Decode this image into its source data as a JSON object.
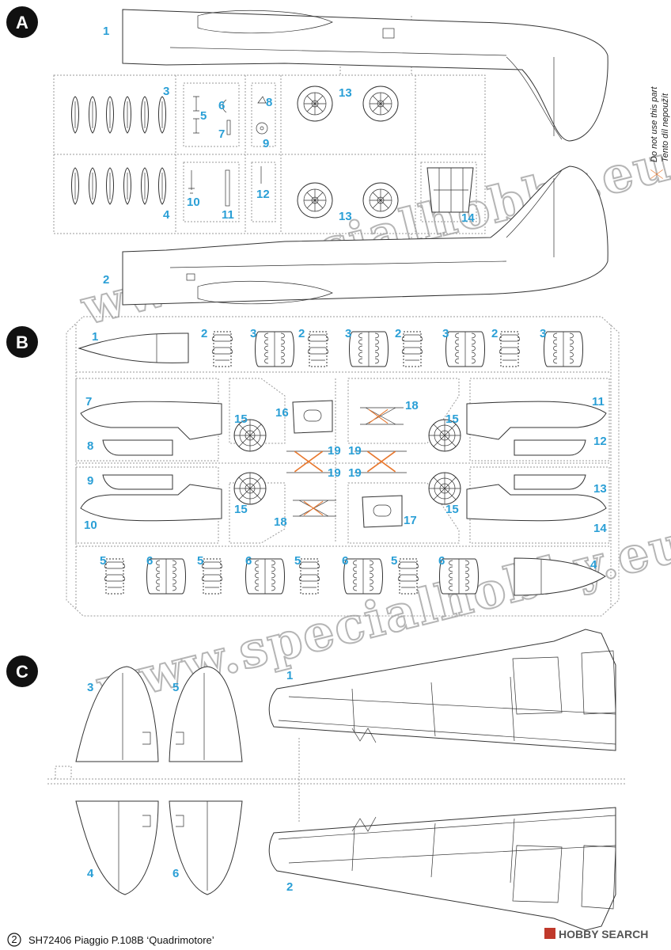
{
  "sections": {
    "a": "A",
    "b": "B",
    "c": "C"
  },
  "note": {
    "line1": "Do not use this part",
    "line2": "Tento díl nepoužít"
  },
  "watermark": "www.specialhobby.eu",
  "footer": {
    "page": "2",
    "text": "SH72406  Piaggio P.108B ‘Quadrimotore’"
  },
  "logo": "HOBBY SEARCH",
  "colors": {
    "number": "#2a9fd6",
    "cross": "#e8782e",
    "section_badge": "#111111"
  },
  "parts_a": [
    "1",
    "2",
    "3",
    "4",
    "5",
    "6",
    "7",
    "8",
    "9",
    "10",
    "11",
    "12",
    "13",
    "13",
    "14"
  ],
  "parts_b": [
    "1",
    "2",
    "3",
    "2",
    "3",
    "2",
    "3",
    "2",
    "3",
    "4",
    "5",
    "6",
    "5",
    "6",
    "5",
    "6",
    "5",
    "6",
    "7",
    "8",
    "9",
    "10",
    "11",
    "12",
    "13",
    "14",
    "15",
    "15",
    "15",
    "15",
    "16",
    "17",
    "18",
    "18",
    "19",
    "19",
    "19",
    "19"
  ],
  "parts_c": [
    "1",
    "2",
    "3",
    "4",
    "5",
    "6"
  ]
}
